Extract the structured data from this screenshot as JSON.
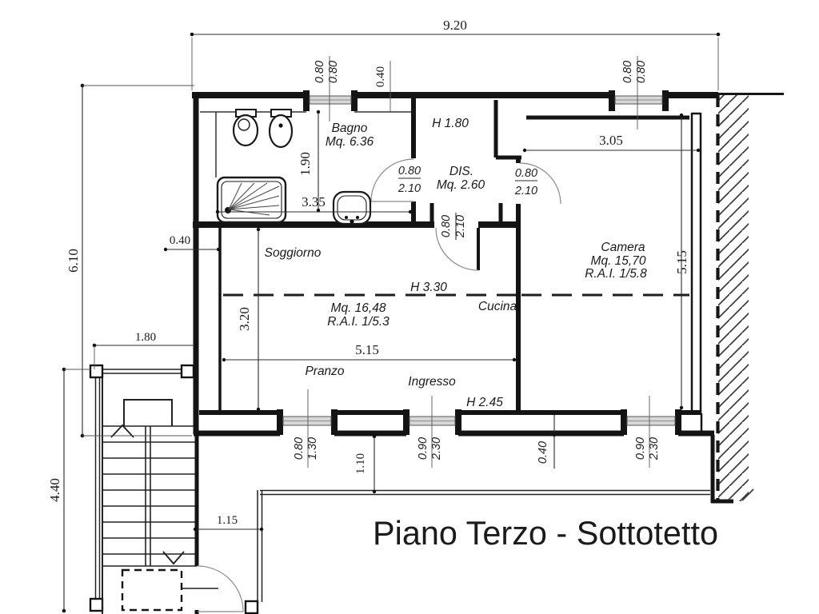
{
  "title": "Piano Terzo - Sottotetto",
  "rooms": {
    "bagno": {
      "name": "Bagno",
      "area": "Mq.  6.36"
    },
    "dis": {
      "name": "DIS.",
      "area": "Mq.  2.60"
    },
    "camera": {
      "name": "Camera",
      "area": "Mq.  15,70",
      "rai": "R.A.I.  1/5.8"
    },
    "soggiorno": {
      "name": "Soggiorno",
      "area": "Mq.  16,48",
      "rai": "R.A.I.  1/5.3"
    },
    "cucina": {
      "name": "Cucina"
    },
    "pranzo": {
      "name": "Pranzo"
    },
    "ingresso": {
      "name": "Ingresso"
    }
  },
  "heights": {
    "dis": "H  1.80",
    "living": "H  3.30",
    "ingresso": "H  2.45"
  },
  "dims": {
    "total_width": "9.20",
    "left_height": "6.10",
    "stair_height": "4.40",
    "balcony_width": "1.80",
    "wall_west": "0.40",
    "passage": "1.15",
    "terrace_depth": "1.10",
    "bagno_width": "3.35",
    "bagno_depth": "1.90",
    "living_depth": "3.20",
    "living_width": "5.15",
    "camera_width": "3.05",
    "camera_depth": "5.15",
    "wall_top": "0.40",
    "wall_bottom": "0.40"
  },
  "windows": {
    "bagno": [
      "0.80",
      "0.80"
    ],
    "camera_north": [
      "0.80",
      "0.80"
    ],
    "pranzo": [
      "0.80",
      "1.30"
    ],
    "ingresso": [
      "0.90",
      "2.30"
    ],
    "camera_south": [
      "0.90",
      "2.30"
    ]
  },
  "doors": {
    "bagno": [
      "0.80",
      "2.10"
    ],
    "camera": [
      "0.80",
      "2.10"
    ],
    "soggiorno": [
      "0.80",
      "2.10"
    ]
  }
}
